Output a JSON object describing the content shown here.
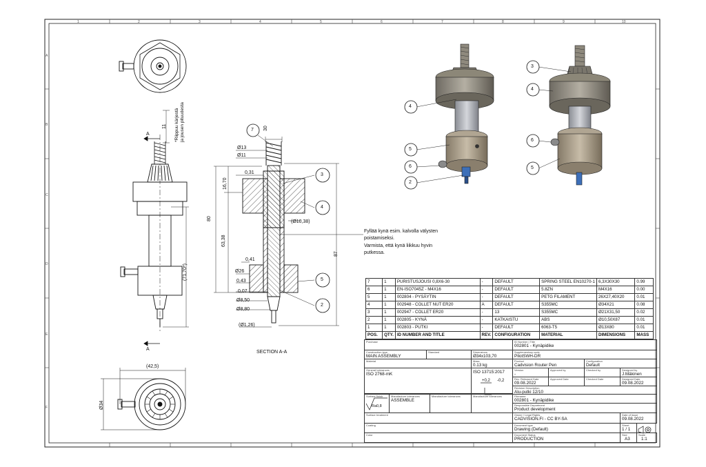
{
  "drawing": {
    "section_label": "SECTION A-A",
    "section_markers": [
      "A",
      "A"
    ],
    "notes": {
      "fill_line1": "Fyllää kynä esim. kalvolla välysten",
      "fill_line2": "poistamiseksi.",
      "fill_line3": "Varmista, että kynä liikkuu hyvin",
      "fill_line4": "putkessa.",
      "depends_line1": "*Riippuu kärjestä",
      "depends_line2": "ja jousen pituudesta"
    },
    "dimensions": {
      "d_30": "30",
      "d_13": "Ø13",
      "d_11": "Ø11",
      "d_16_70": "16,70",
      "d_0_31": "0,31",
      "d_80": "80",
      "d_63_38": "63,38",
      "d_10_38": "(Ø10,38)",
      "d_87": "87",
      "d_0_41": "0,41",
      "d_26": "Ø26",
      "d_0_43": "0,43",
      "d_0_07": "0,07",
      "d_8_50": "Ø8,50",
      "d_8_80": "Ø8,80",
      "d_1_26": "(Ø1,26)",
      "d_11_top": "11",
      "d_71_70": "(71,70*)",
      "d_42_5": "(42,5)",
      "d_34": "Ø34"
    },
    "balloons": [
      "7",
      "3",
      "4",
      "5",
      "2",
      "4",
      "5",
      "6",
      "2",
      "3",
      "4",
      "6",
      "5"
    ],
    "zones_top": [
      "1",
      "2",
      "3",
      "4",
      "5",
      "6",
      "7",
      "8",
      "9",
      "10"
    ],
    "zones_side": [
      "A",
      "B",
      "C",
      "D",
      "E",
      "F"
    ]
  },
  "bom": {
    "header": [
      "POS.",
      "QTY.",
      "ID NUMBER AND TITLE",
      "REV.",
      "CONFIGURATION",
      "MATERIAL",
      "DIMENSIONS",
      "MASS"
    ],
    "rows": [
      [
        "7",
        "1",
        "PURISTUSJOUSI 0,8X6-30",
        "-",
        "DEFAULT",
        "SPRING STEEL EN10270-1",
        "6,3X30X30",
        "0.99"
      ],
      [
        "6",
        "1",
        "EN-ISO7045Z - M4X16",
        "-",
        "DEFAULT",
        "5.8ZN",
        "M4X16",
        "0.00"
      ],
      [
        "5",
        "1",
        "002804 - PYSÄYTIN",
        "-",
        "DEFAULT",
        "PETG FILAMENT",
        "26X27,40X20",
        "0.01"
      ],
      [
        "4",
        "1",
        "002948 - COLLET NUT ER20",
        "A",
        "DEFAULT",
        "S355MC",
        "Ø34X21",
        "0.08"
      ],
      [
        "3",
        "1",
        "002947 - COLLET ER20",
        "-",
        "13",
        "S355MC",
        "Ø21X31,50",
        "0.02"
      ],
      [
        "2",
        "1",
        "002805 - KYNÄ",
        "-",
        "KATKAISTU",
        "ABS",
        "Ø10,50X87",
        "0.01"
      ],
      [
        "1",
        "1",
        "002803 - PUTKI",
        "-",
        "DEFAULT",
        "6063-T5",
        "Ø13X80",
        "0.01"
      ]
    ]
  },
  "titleblock": {
    "purchase_label": "Purchase",
    "idnum_label": "ID Number  |  Title",
    "idnum_value": "002801 - Kynäpidike",
    "construct_label": "Construction type",
    "construct_value": "MAIN ASSEMBLY",
    "standard_label": "Standard",
    "supplier_label": "Supplementary code",
    "supplier_value": "PilotSWH-DR",
    "material_label": "Material",
    "dimensions_label": "Dimensions",
    "dimensions_value": "Ø34x103,70",
    "mass_label": "Mass",
    "mass_value": "0.13 kg",
    "product_label": "Product",
    "product_value": "Cadvision Router Pen",
    "config_label": "Configuration",
    "config_value": "Default",
    "gentol_label": "General tolerances",
    "gentol_value": "ISO 2768-mK",
    "iso_value": "ISO 13715:2017",
    "edge_a": "+0,2",
    "edge_b": "-0,2",
    "version_label": "Version",
    "version_value": "-",
    "approved_label": "Approved by",
    "checked_label": "Checked by",
    "designed_label": "Designed by",
    "designed_value": "J.Mäkinen",
    "released_label": "Rev. Released Date",
    "released_value": "09.08.2022",
    "approved_date_label": "Approved Date",
    "checked_date_label": "Checked Date",
    "designed_date_label": "Designed Date",
    "designed_date_value": "09.08.2022",
    "revdesc_label": "Revision Description",
    "revdesc_value": "Alu-putki 12/10",
    "surface_label": "Surface finish",
    "manuf1_label": "Manufacture tolerances",
    "manuf1_value": "ASSEMBLE",
    "manuf2_label": "Manufacture tolerances",
    "manuf3_label": "Manufacture tolerances",
    "filename_label": "Filename",
    "filename_value": "002801 - Kynäpidike",
    "resp_label": "Responsible Department",
    "resp_value": "Product development",
    "roughness": "Ra0,8",
    "treatment_label": "Surface treatment",
    "owner_label": "Owner / Legal Rights",
    "owner_value": "CADVISION.FI - CC BY-SA",
    "issue_label": "Date of issue",
    "issue_value": "09.08.2022",
    "coating_label": "Coating",
    "doctype_label": "Document type",
    "doctype_value": "Drawing (Default)",
    "sheet_label": "Sheet",
    "sheet_value": "1 / 1",
    "color_label": "Color",
    "status_label": "Document Status",
    "status_value": "PRODUCTION",
    "size_label": "Size",
    "size_value": "A3",
    "scale_label": "Scale",
    "scale_value": "1:1"
  }
}
